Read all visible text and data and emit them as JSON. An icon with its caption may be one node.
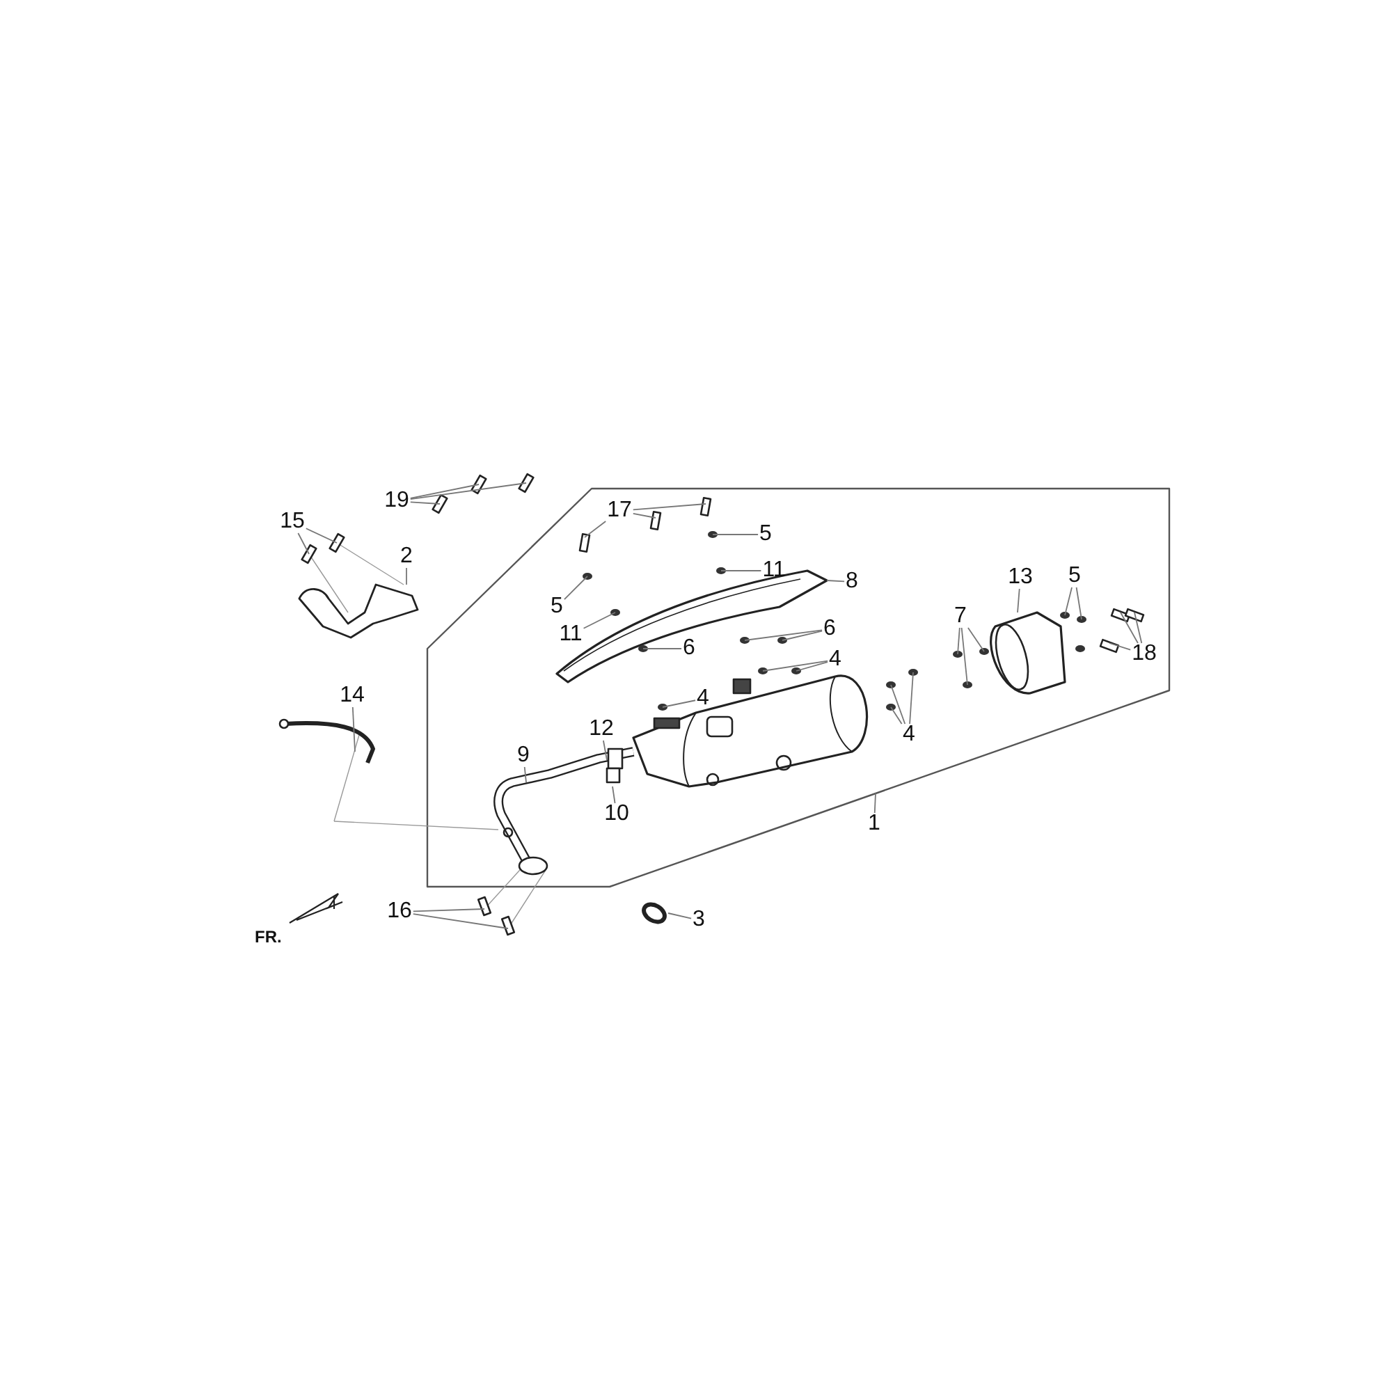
{
  "diagram": {
    "nodes": [
      {
        "text": [
          "19"
        ]
      },
      {
        "text": [
          "15"
        ]
      },
      {
        "text": [
          "2"
        ]
      },
      {
        "text": [
          "17"
        ]
      },
      {
        "text": [
          "5"
        ]
      },
      {
        "text": [
          "11"
        ]
      },
      {
        "text": [
          "8"
        ]
      },
      {
        "text": [
          "5"
        ]
      },
      {
        "text": [
          "11"
        ]
      },
      {
        "text": [
          "6"
        ]
      },
      {
        "text": [
          "4"
        ]
      },
      {
        "text": [
          "6"
        ]
      },
      {
        "text": [
          "4"
        ]
      },
      {
        "text": [
          "13"
        ]
      },
      {
        "text": [
          "5"
        ]
      },
      {
        "text": [
          "7"
        ]
      },
      {
        "text": [
          "18"
        ]
      },
      {
        "text": [
          "4"
        ]
      },
      {
        "text": [
          "14"
        ]
      },
      {
        "text": [
          "12"
        ]
      },
      {
        "text": [
          "9"
        ]
      },
      {
        "text": [
          "10"
        ]
      },
      {
        "text": [
          "1"
        ]
      },
      {
        "text": [
          "16"
        ]
      },
      {
        "text": [
          "3"
        ]
      }
    ],
    "edges": [
      {
        "from": 0,
        "to": null,
        "arrow": "none"
      },
      {
        "from": 0,
        "to": null,
        "arrow": "none"
      },
      {
        "from": 0,
        "to": null,
        "arrow": "none"
      },
      {
        "from": 1,
        "to": null,
        "arrow": "none"
      },
      {
        "from": 1,
        "to": null,
        "arrow": "none"
      },
      {
        "from": 2,
        "to": null,
        "arrow": "none"
      },
      {
        "from": 3,
        "to": null,
        "arrow": "none"
      },
      {
        "from": 3,
        "to": null,
        "arrow": "none"
      },
      {
        "from": 3,
        "to": null,
        "arrow": "none"
      },
      {
        "from": 4,
        "to": null,
        "arrow": "none"
      },
      {
        "from": 5,
        "to": null,
        "arrow": "none"
      },
      {
        "from": 6,
        "to": null,
        "arrow": "none"
      },
      {
        "from": 7,
        "to": null,
        "arrow": "none"
      },
      {
        "from": 8,
        "to": null,
        "arrow": "none"
      },
      {
        "from": 9,
        "to": null,
        "arrow": "none"
      },
      {
        "from": 9,
        "to": null,
        "arrow": "none"
      },
      {
        "from": 10,
        "to": null,
        "arrow": "none"
      },
      {
        "from": 10,
        "to": null,
        "arrow": "none"
      },
      {
        "from": 11,
        "to": null,
        "arrow": "none"
      },
      {
        "from": 12,
        "to": null,
        "arrow": "none"
      },
      {
        "from": 13,
        "to": null,
        "arrow": "none"
      },
      {
        "from": 14,
        "to": null,
        "arrow": "none"
      },
      {
        "from": 14,
        "to": null,
        "arrow": "none"
      },
      {
        "from": 15,
        "to": null,
        "arrow": "none"
      },
      {
        "from": 15,
        "to": null,
        "arrow": "none"
      },
      {
        "from": 15,
        "to": null,
        "arrow": "none"
      },
      {
        "from": 16,
        "to": null,
        "arrow": "none"
      },
      {
        "from": 16,
        "to": null,
        "arrow": "none"
      },
      {
        "from": 16,
        "to": null,
        "arrow": "none"
      },
      {
        "from": 17,
        "to": null,
        "arrow": "none"
      },
      {
        "from": 17,
        "to": null,
        "arrow": "none"
      },
      {
        "from": 17,
        "to": null,
        "arrow": "none"
      },
      {
        "from": 18,
        "to": null,
        "arrow": "none"
      },
      {
        "from": 19,
        "to": null,
        "arrow": "none"
      },
      {
        "from": 20,
        "to": null,
        "arrow": "none"
      },
      {
        "from": 21,
        "to": null,
        "arrow": "none"
      },
      {
        "from": 22,
        "to": null,
        "arrow": "none"
      },
      {
        "from": 23,
        "to": null,
        "arrow": "none"
      },
      {
        "from": 23,
        "to": null,
        "arrow": "none"
      },
      {
        "from": 24,
        "to": null,
        "arrow": "none"
      }
    ],
    "labels": [
      "FR."
    ]
  }
}
